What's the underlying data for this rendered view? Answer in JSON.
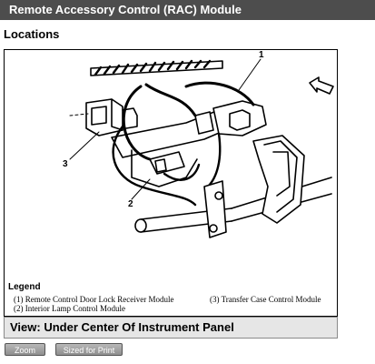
{
  "header": {
    "title": "Remote Accessory Control (RAC) Module"
  },
  "section": {
    "heading": "Locations"
  },
  "figure": {
    "callouts": [
      "1",
      "2",
      "3"
    ],
    "legend": {
      "title": "Legend",
      "items": [
        "(1) Remote Control Door Lock Receiver Module",
        "(2) Interior Lamp Control Module",
        "(3) Transfer Case Control Module"
      ]
    },
    "view": "View: Under Center Of Instrument Panel"
  },
  "buttons": {
    "zoom": "Zoom",
    "print": "Sized for Print"
  }
}
